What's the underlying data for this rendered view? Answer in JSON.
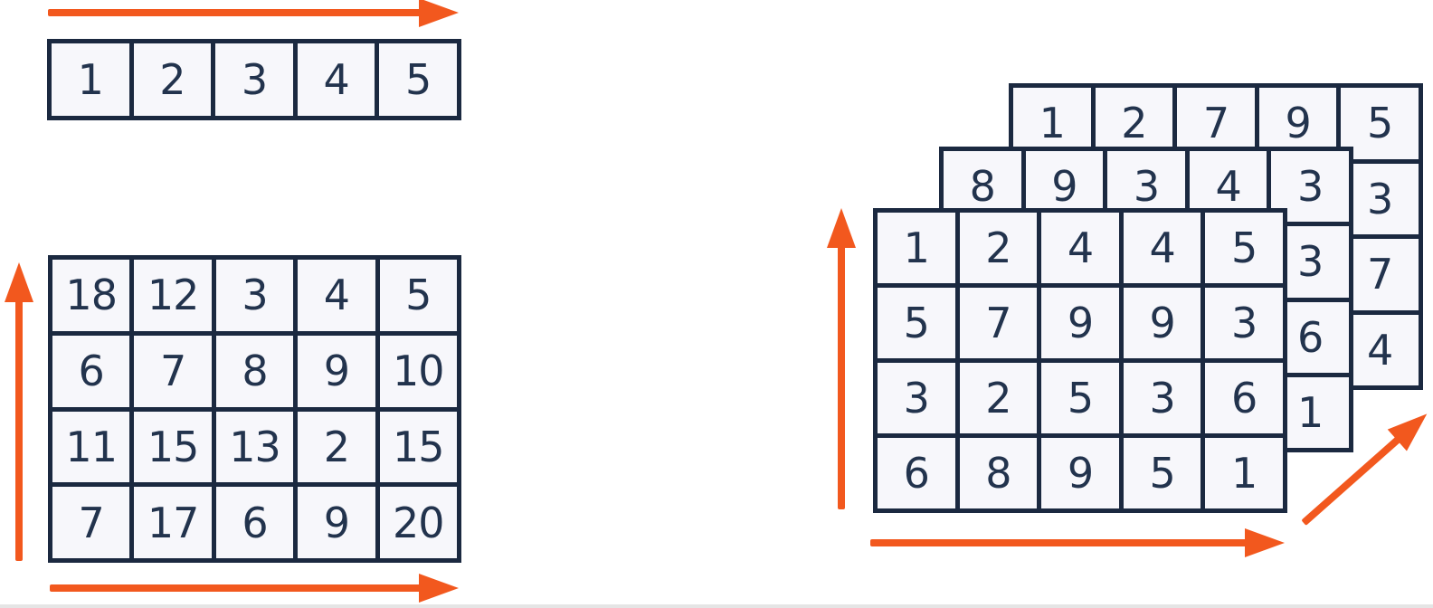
{
  "colors": {
    "accent_orange": "#F2581E",
    "grid_border": "#1B2940",
    "cell_fill": "#F7F7FB",
    "number_text": "#22334D",
    "background": "#FFFFFF"
  },
  "vector_1d": {
    "rows": [
      [
        "1",
        "2",
        "3",
        "4",
        "5"
      ]
    ]
  },
  "matrix_2d": {
    "rows": [
      [
        "18",
        "12",
        "3",
        "4",
        "5"
      ],
      [
        "6",
        "7",
        "8",
        "9",
        "10"
      ],
      [
        "11",
        "15",
        "13",
        "2",
        "15"
      ],
      [
        "7",
        "17",
        "6",
        "9",
        "20"
      ]
    ]
  },
  "tensor_3d": {
    "back_layer": {
      "rows": [
        [
          "1",
          "2",
          "7",
          "9",
          "5"
        ],
        [
          "",
          "",
          "",
          "",
          "3"
        ],
        [
          "",
          "",
          "",
          "",
          "7"
        ],
        [
          "",
          "",
          "",
          "",
          "4"
        ]
      ]
    },
    "middle_layer": {
      "rows": [
        [
          "8",
          "9",
          "3",
          "4",
          "3"
        ],
        [
          "",
          "",
          "",
          "",
          "3"
        ],
        [
          "",
          "",
          "",
          "",
          "6"
        ],
        [
          "",
          "",
          "",
          "",
          "1"
        ]
      ]
    },
    "front_layer": {
      "rows": [
        [
          "1",
          "2",
          "4",
          "4",
          "5"
        ],
        [
          "5",
          "7",
          "9",
          "9",
          "3"
        ],
        [
          "3",
          "2",
          "5",
          "3",
          "6"
        ],
        [
          "6",
          "8",
          "9",
          "5",
          "1"
        ]
      ]
    }
  }
}
